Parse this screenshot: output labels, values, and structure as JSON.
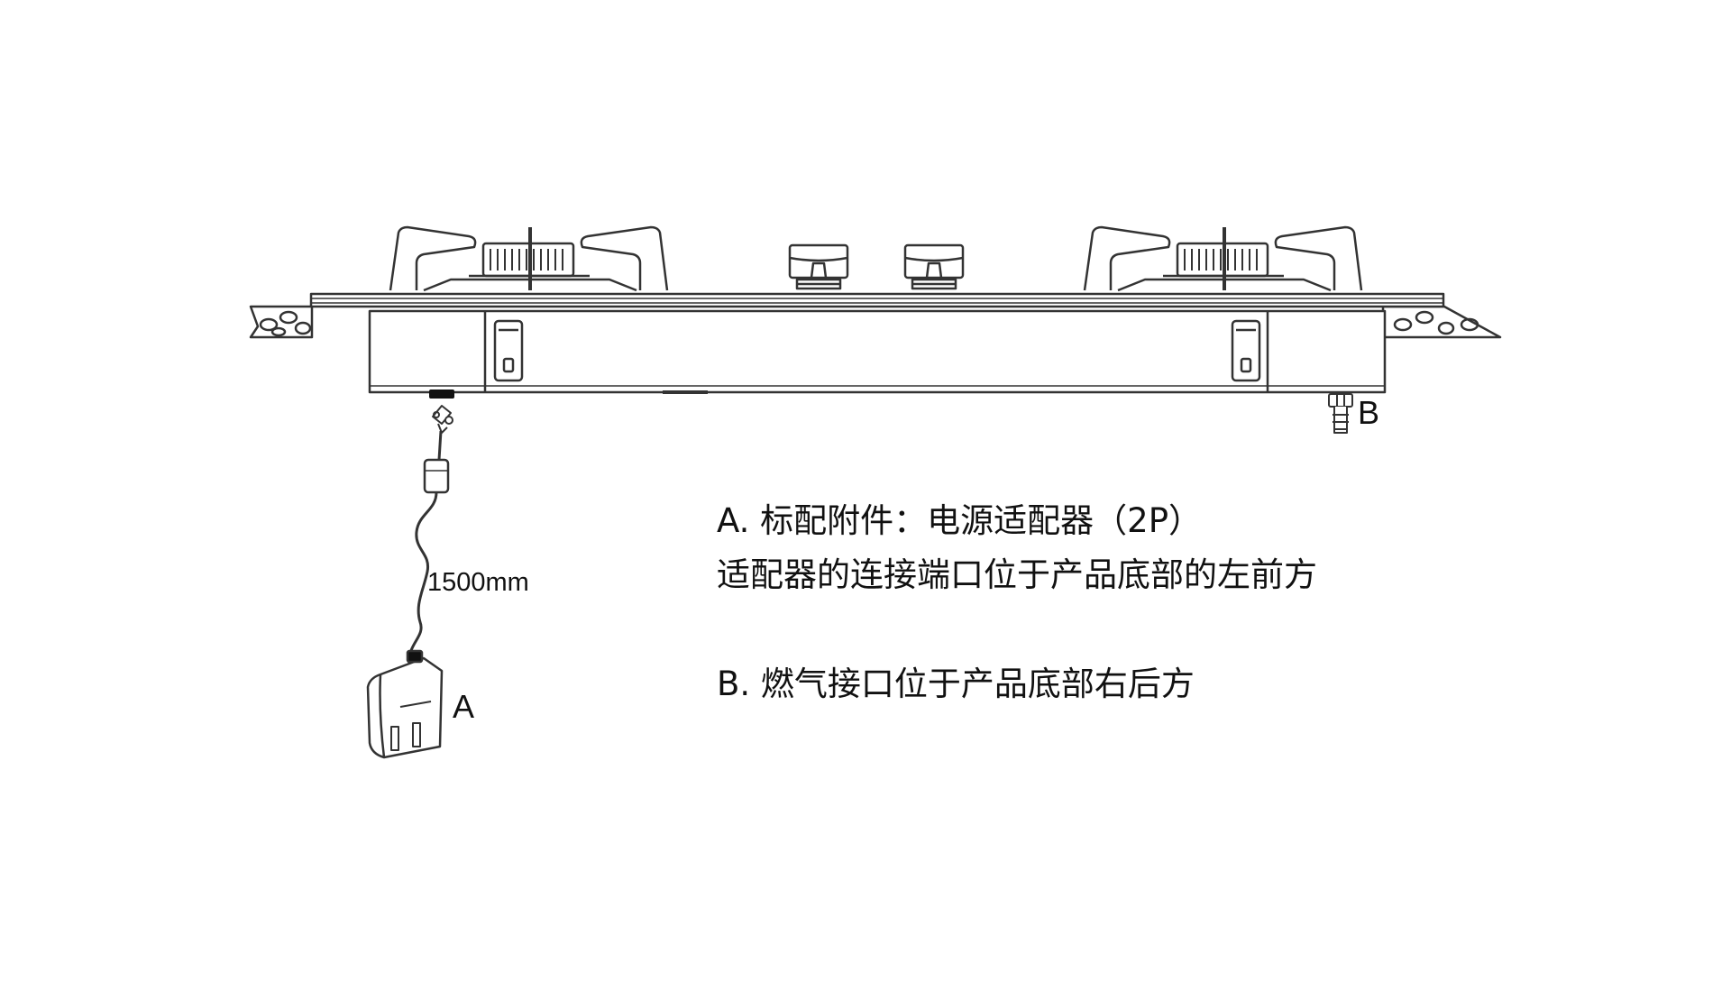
{
  "labels": {
    "a": "A",
    "b": "B",
    "cable_length": "1500mm"
  },
  "notes": {
    "a_title": "A. 标配附件：电源适配器（2P）",
    "a_detail": "适配器的连接端口位于产品底部的左前方",
    "b_title": "B. 燃气接口位于产品底部右后方"
  },
  "colors": {
    "line": "#333333",
    "text": "#111111",
    "background": "#ffffff"
  }
}
